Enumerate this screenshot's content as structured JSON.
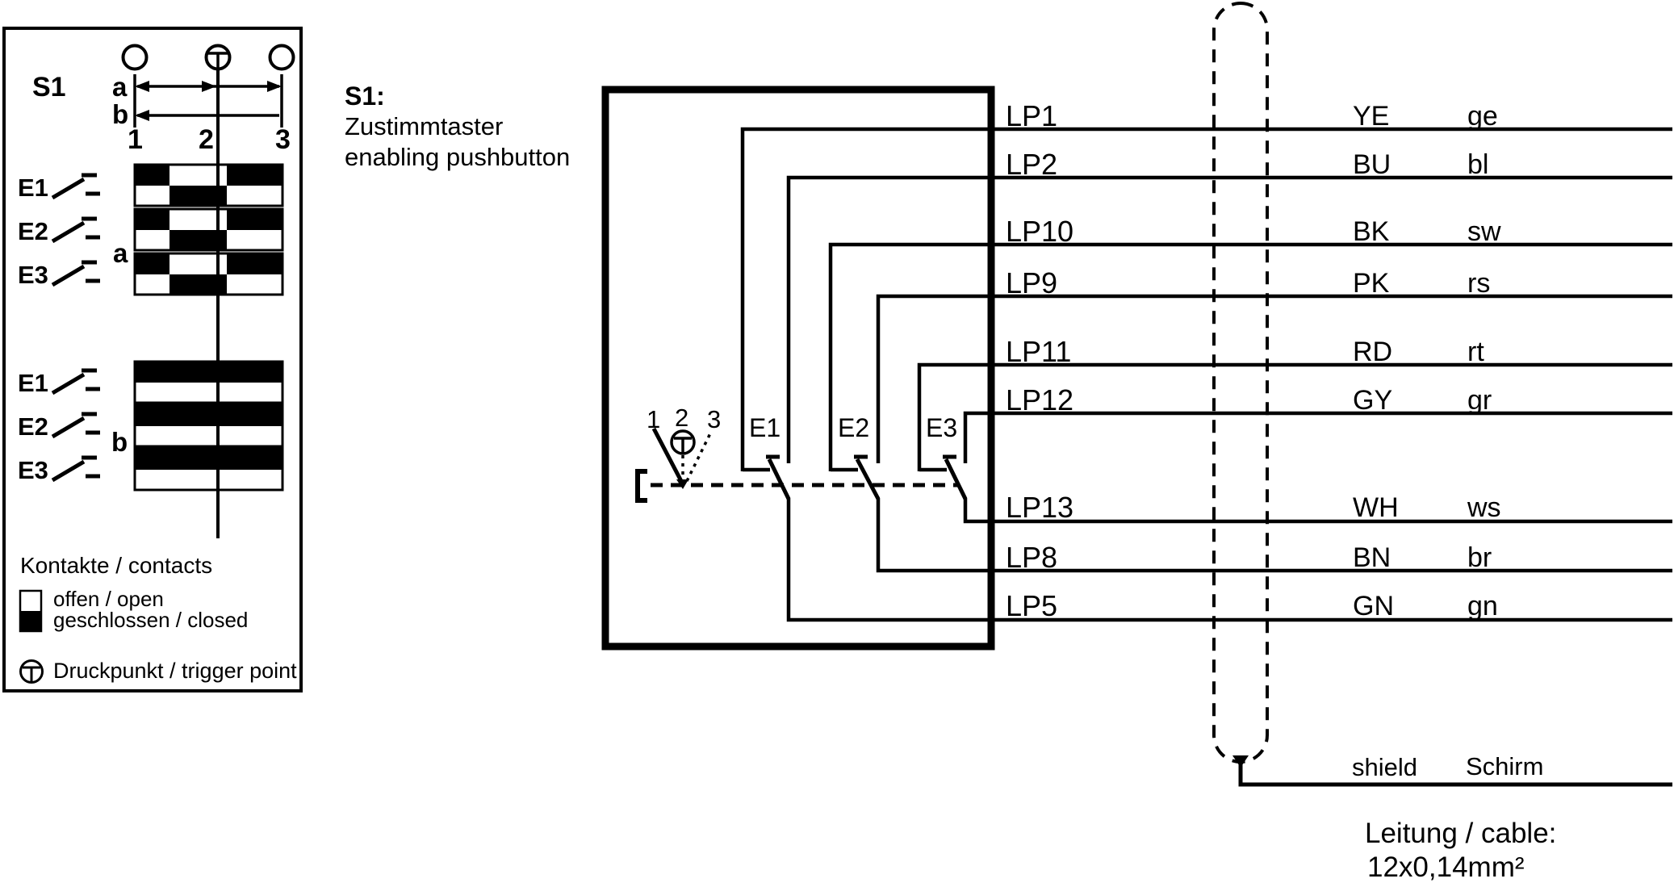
{
  "ink": "#000000",
  "paper": "#ffffff",
  "panel": {
    "title": "S1",
    "dim_a": "a",
    "dim_b": "b",
    "positions": [
      "1",
      "2",
      "3"
    ],
    "contacts": [
      "E1",
      "E2",
      "E3"
    ],
    "section_a_label": "a",
    "section_b_label": "b",
    "legend": {
      "title": "Kontakte / contacts",
      "open": "offen / open",
      "closed": "geschlossen / closed",
      "trigger": "Druckpunkt / trigger point"
    }
  },
  "callout": {
    "title": "S1:",
    "line1": "Zustimmtaster",
    "line2": "enabling pushbutton"
  },
  "box": {
    "positions": [
      "1",
      "2",
      "3"
    ],
    "contacts": [
      "E1",
      "E2",
      "E3"
    ]
  },
  "wires": [
    {
      "lp": "LP1",
      "color": "YE",
      "abbr": "ge"
    },
    {
      "lp": "LP2",
      "color": "BU",
      "abbr": "bl"
    },
    {
      "lp": "LP10",
      "color": "BK",
      "abbr": "sw"
    },
    {
      "lp": "LP9",
      "color": "PK",
      "abbr": "rs"
    },
    {
      "lp": "LP11",
      "color": "RD",
      "abbr": "rt"
    },
    {
      "lp": "LP12",
      "color": "GY",
      "abbr": "gr"
    },
    {
      "lp": "LP13",
      "color": "WH",
      "abbr": "ws"
    },
    {
      "lp": "LP8",
      "color": "BN",
      "abbr": "br"
    },
    {
      "lp": "LP5",
      "color": "GN",
      "abbr": "gn"
    }
  ],
  "shield": {
    "en": "shield",
    "de": "Schirm"
  },
  "cable": {
    "line1": "Leitung / cable:",
    "line2": "12x0,14mm²"
  }
}
